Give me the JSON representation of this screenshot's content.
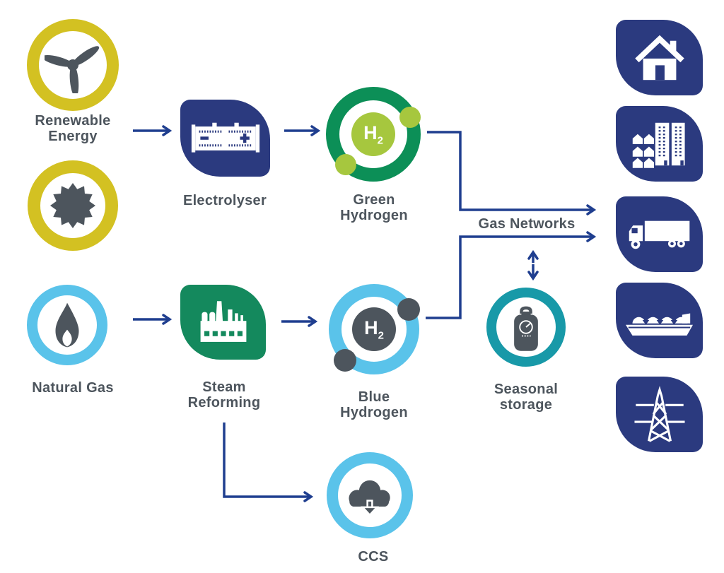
{
  "palette": {
    "navy": "#2b3a7f",
    "line": "#1f3e8f",
    "yellow": "#d3c122",
    "sky": "#5ac3ea",
    "green": "#14895d",
    "ring_green": "#0c8f57",
    "lightgreen": "#a6c73e",
    "teal": "#1899a8",
    "gray": "#4d555d"
  },
  "sources": {
    "renewable": {
      "label": "Renewable\nEnergy",
      "icons": [
        "wind-turbine-icon",
        "sun-icon"
      ]
    },
    "natural_gas": {
      "label": "Natural Gas",
      "icon": "flame-icon"
    }
  },
  "processes": {
    "electrolyser": {
      "label": "Electrolyser",
      "icon": "electrolyser-stack-icon"
    },
    "steam_reforming": {
      "label": "Steam\nReforming",
      "icon": "factory-icon"
    }
  },
  "products": {
    "green_hydrogen": {
      "label": "Green\nHydrogen",
      "symbol": "H",
      "symbol_sub": "2"
    },
    "blue_hydrogen": {
      "label": "Blue\nHydrogen",
      "symbol": "H",
      "symbol_sub": "2"
    }
  },
  "network": {
    "gas_networks": {
      "label": "Gas Networks"
    },
    "seasonal_storage": {
      "label": "Seasonal\nstorage",
      "icon": "gas-cylinder-icon"
    },
    "ccs": {
      "label": "CCS",
      "icon": "carbon-capture-cloud-icon"
    }
  },
  "end_uses": [
    {
      "name": "home",
      "icon": "house-icon"
    },
    {
      "name": "buildings",
      "icon": "buildings-icon"
    },
    {
      "name": "transport",
      "icon": "truck-icon"
    },
    {
      "name": "shipping",
      "icon": "lng-ship-icon"
    },
    {
      "name": "power",
      "icon": "electricity-pylon-icon"
    }
  ]
}
